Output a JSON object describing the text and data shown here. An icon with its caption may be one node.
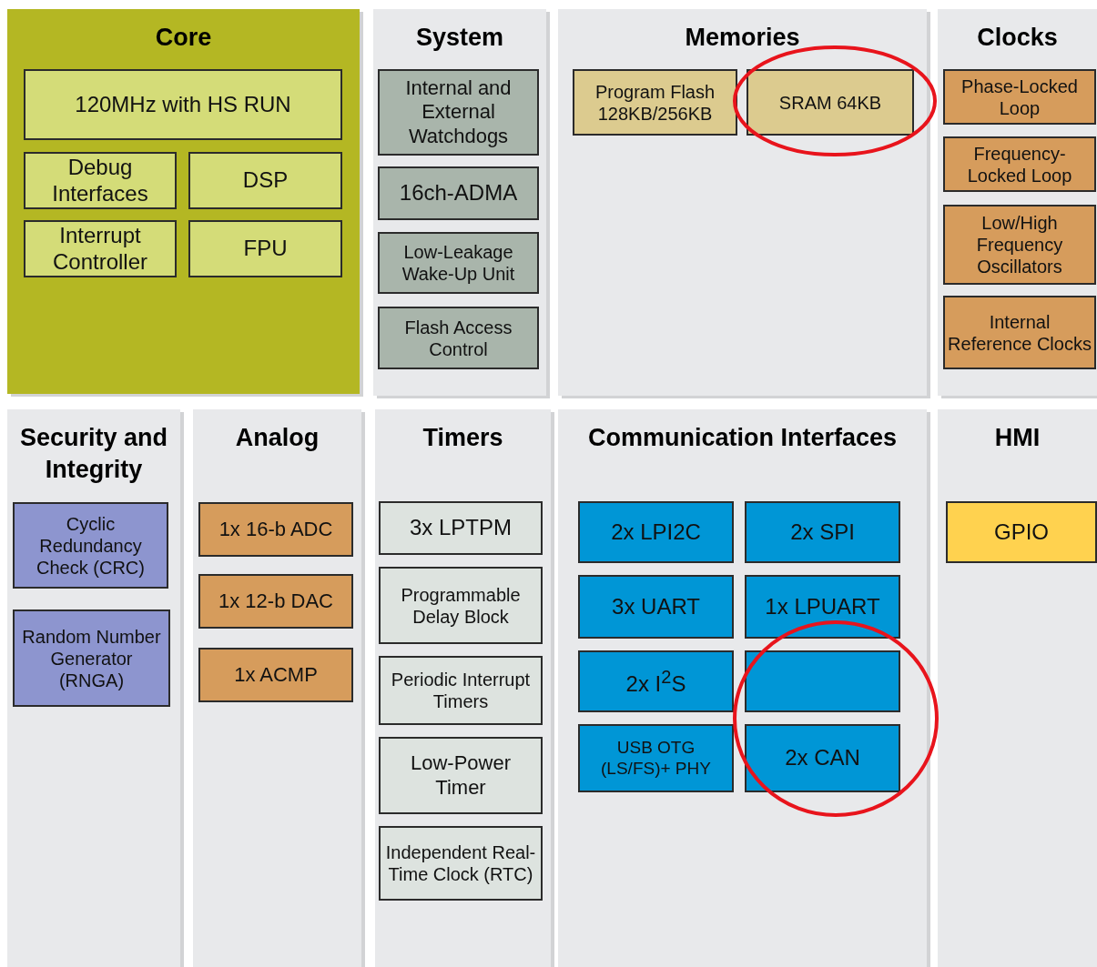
{
  "diagram": {
    "nodes": [
      {
        "text": [
          "Core"
        ]
      },
      {
        "text": [
          "120MHz  with HS RUN"
        ],
        "in": 0
      },
      {
        "text": [
          "Debug Interfaces"
        ],
        "in": 0
      },
      {
        "text": [
          "DSP"
        ],
        "in": 0
      },
      {
        "text": [
          "Interrupt Controller"
        ],
        "in": 0
      },
      {
        "text": [
          "FPU"
        ],
        "in": 0
      },
      {
        "text": [
          "System"
        ]
      },
      {
        "text": [
          "Internal and External Watchdogs"
        ],
        "in": 6
      },
      {
        "text": [
          "16ch-ADMA"
        ],
        "in": 6
      },
      {
        "text": [
          "Low-Leakage Wake-Up Unit"
        ],
        "in": 6
      },
      {
        "text": [
          "Flash Access Control"
        ],
        "in": 6
      },
      {
        "text": [
          "Memories"
        ]
      },
      {
        "text": [
          "Program Flash 128KB/256KB"
        ],
        "in": 11
      },
      {
        "text": [
          "SRAM 64KB"
        ],
        "in": 11
      },
      {
        "text": [
          "Clocks"
        ]
      },
      {
        "text": [
          "Phase-Locked Loop"
        ],
        "in": 14
      },
      {
        "text": [
          "Frequency-Locked Loop"
        ],
        "in": 14
      },
      {
        "text": [
          "Low/High Frequency Oscillators"
        ],
        "in": 14
      },
      {
        "text": [
          "Internal Reference Clocks"
        ],
        "in": 14
      },
      {
        "text": [
          "Security and Integrity"
        ]
      },
      {
        "text": [
          "Cyclic Redundancy Check (CRC)"
        ],
        "in": 19
      },
      {
        "text": [
          "Random Number Generator (RNGA)"
        ],
        "in": 19
      },
      {
        "text": [
          "Analog"
        ]
      },
      {
        "text": [
          "1x 16-b ADC"
        ],
        "in": 22
      },
      {
        "text": [
          "1x 12-b DAC"
        ],
        "in": 22
      },
      {
        "text": [
          "1x ACMP"
        ],
        "in": 22
      },
      {
        "text": [
          "Timers"
        ]
      },
      {
        "text": [
          "3x LPTPM"
        ],
        "in": 26
      },
      {
        "text": [
          "Programmable Delay Block"
        ],
        "in": 26
      },
      {
        "text": [
          "Periodic Interrupt Timers"
        ],
        "in": 26
      },
      {
        "text": [
          "Low-Power Timer"
        ],
        "in": 26
      },
      {
        "text": [
          "Independent Real-Time Clock (RTC)"
        ],
        "in": 26
      },
      {
        "text": [
          "Communication  Interfaces"
        ]
      },
      {
        "text": [
          "2x LPI2C"
        ],
        "in": 32
      },
      {
        "text": [
          "2x SPI"
        ],
        "in": 32
      },
      {
        "text": [
          "3x UART"
        ],
        "in": 32
      },
      {
        "text": [
          "1x LPUART"
        ],
        "in": 32
      },
      {
        "text": [
          "2x I$^{2}$S"
        ],
        "in": 32
      },
      {
        "text": [],
        "shape": "box",
        "in": 32
      },
      {
        "text": [
          "USB OTG (LS/FS)+ PHY"
        ],
        "in": 32
      },
      {
        "text": [
          "2x CAN"
        ],
        "in": 32
      },
      {
        "text": [
          "HMI"
        ]
      },
      {
        "text": [
          "GPIO"
        ],
        "in": 41
      }
    ]
  }
}
